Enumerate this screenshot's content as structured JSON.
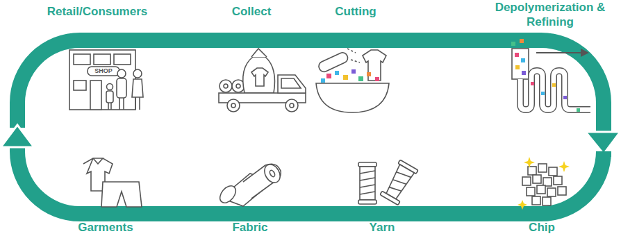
{
  "diagram": {
    "labels": [
      "Retail/Consumers",
      "SHOP",
      "Collect",
      "Cutting",
      "Depolymerization & Refining",
      "Garments",
      "Fabric",
      "Yarn",
      "Chip"
    ]
  }
}
